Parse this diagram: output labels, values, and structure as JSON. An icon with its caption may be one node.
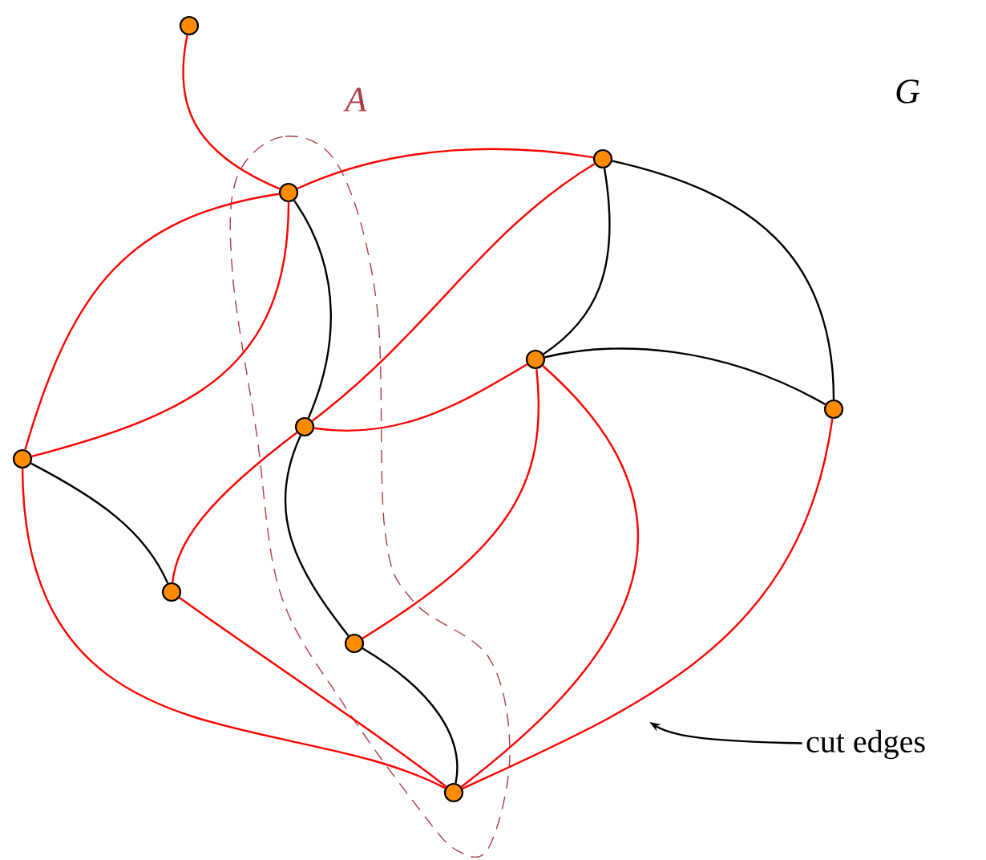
{
  "diagram": {
    "nodes": [
      {
        "text": [],
        "shape": "circle"
      },
      {
        "text": [],
        "shape": "circle"
      },
      {
        "text": [],
        "shape": "circle"
      },
      {
        "text": [],
        "shape": "circle"
      },
      {
        "text": [],
        "shape": "circle"
      },
      {
        "text": [],
        "shape": "circle"
      },
      {
        "text": [],
        "shape": "circle"
      },
      {
        "text": [],
        "shape": "circle"
      },
      {
        "text": [],
        "shape": "circle"
      },
      {
        "text": [],
        "shape": "circle"
      },
      {
        "text": [
          "cut edges"
        ]
      }
    ],
    "edges": [
      {
        "from": 0,
        "to": 1,
        "arrow": "none"
      },
      {
        "from": 1,
        "to": 2,
        "arrow": "none"
      },
      {
        "from": 3,
        "to": 1,
        "arrow": "none"
      },
      {
        "from": 3,
        "to": 1,
        "arrow": "none"
      },
      {
        "from": 1,
        "to": 5,
        "arrow": "none",
        "color": "#000000"
      },
      {
        "from": 2,
        "to": 5,
        "arrow": "none"
      },
      {
        "from": 2,
        "to": 4,
        "arrow": "none",
        "color": "#000000"
      },
      {
        "from": 2,
        "to": 6,
        "arrow": "none",
        "color": "#000000"
      },
      {
        "from": 4,
        "to": 6,
        "arrow": "none",
        "color": "#000000"
      },
      {
        "from": 4,
        "to": 5,
        "arrow": "none"
      },
      {
        "from": 4,
        "to": 8,
        "arrow": "none"
      },
      {
        "from": 4,
        "to": 9,
        "arrow": "none"
      },
      {
        "from": 5,
        "to": 7,
        "arrow": "none"
      },
      {
        "from": 5,
        "to": 8,
        "arrow": "none",
        "color": "#000000"
      },
      {
        "from": 3,
        "to": 7,
        "arrow": "none",
        "color": "#000000"
      },
      {
        "from": 3,
        "to": 9,
        "arrow": "none"
      },
      {
        "from": 7,
        "to": 9,
        "arrow": "none"
      },
      {
        "from": 8,
        "to": 9,
        "arrow": "none",
        "color": "#000000"
      },
      {
        "from": 6,
        "to": 9,
        "arrow": "none"
      },
      {
        "from": 10,
        "to": null,
        "arrow": "to",
        "color": "#000000"
      }
    ],
    "labels": [
      "A",
      "G"
    ]
  }
}
